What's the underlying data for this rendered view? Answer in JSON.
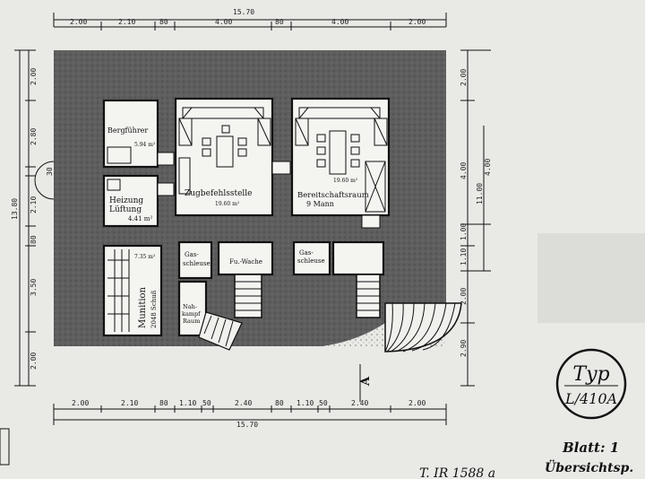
{
  "dimensions": {
    "top_total": "15.70",
    "top_segments": [
      "2.00",
      "2.10",
      "80",
      "4.00",
      "80",
      "4.00",
      "2.00"
    ],
    "bottom_total": "15.70",
    "bottom_segments": [
      "2.00",
      "2.10",
      "80",
      "1.10",
      "50",
      "2.40",
      "80",
      "1.10",
      "50",
      "2.40",
      "2.00"
    ],
    "left_total": "13.80",
    "left_segments": [
      "2.00",
      "2.80",
      "30",
      "2.10",
      "80",
      "3.50",
      "2.00"
    ],
    "right_total": "11.00",
    "right_segments": [
      "2.00",
      "4.00",
      "1.00",
      "1.10",
      "2.00",
      "2.90"
    ],
    "right_inner": "4.00"
  },
  "rooms": {
    "bergfuehrer": {
      "name": "Bergführer",
      "area": "5.94 m²"
    },
    "heizung": {
      "name_line1": "Heizung",
      "name_line2": "Lüftung",
      "area": "4.41 m²"
    },
    "zugbefehl": {
      "name": "Zugbefehlsstelle",
      "area": "19.60 m²"
    },
    "bereitschaft": {
      "name": "Bereitschaftsraum",
      "sub": "9 Mann",
      "area": "19.60 m²"
    },
    "munition": {
      "name": "Munition",
      "sub": "2048 Schuß",
      "area": "7.35 m²"
    },
    "gasschleuse_left": {
      "name": "Gas-",
      "name2": "schleuse"
    },
    "gasschleuse_right": {
      "name": "Gas-",
      "name2": "schleuse"
    },
    "nahkampf": {
      "name": "Nah-",
      "name2": "kampf",
      "name3": "Raum"
    },
    "wache": {
      "name": "Fu.-Wache"
    }
  },
  "stamp": {
    "line1": "Typ",
    "line2": "L/410A"
  },
  "footer": {
    "sheet": "Blatt: 1",
    "overview": "Übersichtsp.",
    "drawing_no": "T. IR 1588 a"
  },
  "section_marker": "A"
}
